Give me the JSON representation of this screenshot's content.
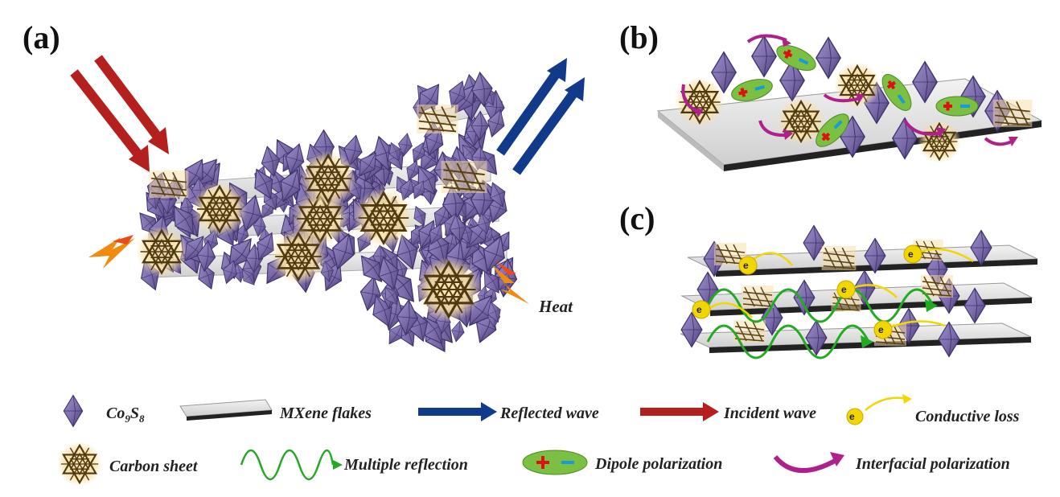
{
  "panels": {
    "a": "(a)",
    "b": "(b)",
    "c": "(c)"
  },
  "annotations": {
    "heat": "Heat",
    "electron": "e"
  },
  "legend": {
    "co9s8": {
      "main": "Co",
      "sub1": "9",
      "mid": "S",
      "sub2": "8"
    },
    "mxene": "MXene flakes",
    "reflected": "Reflected wave",
    "incident": "Incident wave",
    "conductive": "Conductive loss",
    "carbon": "Carbon sheet",
    "multiple": "Multiple reflection",
    "dipole": "Dipole polarization",
    "interfacial": "Interfacial polarization"
  },
  "colors": {
    "co9s8": "#7a6aa8",
    "co9s8_dark": "#524380",
    "carbon": "#5a4012",
    "carbon_glow": "#f4d9a0",
    "incident": "#b3201e",
    "reflected": "#123a8a",
    "heat": "#f08a10",
    "flake": "#e4e4e4",
    "wave": "#22aa22",
    "dipole": "#7cc043",
    "interfacial": "#b0208a",
    "electron": "#f2d600"
  }
}
